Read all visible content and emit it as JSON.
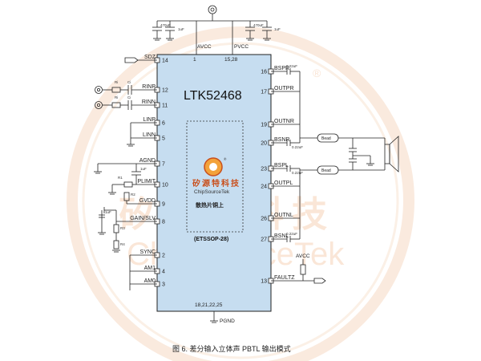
{
  "chip": {
    "name": "LTK52468",
    "package": "(ETSSOP-28)",
    "solder_note": "散热片铜上"
  },
  "brand": {
    "cn": "矽源特科技",
    "en": "ChipSourceTek",
    "registered": "®"
  },
  "watermark": {
    "cn": "矽源特科技",
    "en": "ChipSourceTek",
    "registered": "®"
  },
  "top_pins": {
    "avcc_label": "AVCC",
    "avcc_num": "1",
    "pvcc_label": "PVCC",
    "pvcc_num": "15,28"
  },
  "bottom_pins": {
    "num": "18,21,22,25",
    "label": "PGND"
  },
  "left_pins": [
    {
      "label": "SDZ",
      "num": "14"
    },
    {
      "label": "RINP",
      "num": "12"
    },
    {
      "label": "RINN",
      "num": "11"
    },
    {
      "label": "LINP",
      "num": "6"
    },
    {
      "label": "LINN",
      "num": "5"
    },
    {
      "label": "AGND",
      "num": "7"
    },
    {
      "label": "PLIMIT",
      "num": "10"
    },
    {
      "label": "GVDD",
      "num": "9"
    },
    {
      "label": "GAIN/SLV",
      "num": "8"
    },
    {
      "label": "SYNC",
      "num": "2"
    },
    {
      "label": "AM1",
      "num": "4"
    },
    {
      "label": "AM0",
      "num": "3"
    }
  ],
  "right_pins": [
    {
      "label": "BSPR",
      "num": "16"
    },
    {
      "label": "OUTPR",
      "num": "17"
    },
    {
      "label": "OUTNR",
      "num": "19"
    },
    {
      "label": "BSNR",
      "num": "20"
    },
    {
      "label": "BSPL",
      "num": "23"
    },
    {
      "label": "OUTPL",
      "num": "24"
    },
    {
      "label": "OUTNL",
      "num": "26"
    },
    {
      "label": "BSNL",
      "num": "27"
    },
    {
      "label": "FAULTZ",
      "num": "13"
    }
  ],
  "caps": {
    "c_470_a": "470uF",
    "c_1u_a": "1uF",
    "c_470_b": "470uF",
    "c_1u_b": "1uF",
    "c_bspr": "0.22uF",
    "c_bsnr": "0.22uF",
    "c_bspl": "0.22uF",
    "c_bsnl": "0.22uF",
    "c_plim": "1uF",
    "c_gain": "1uF"
  },
  "components": {
    "bead1": "Bead",
    "bead2": "Bead",
    "r_in1": "Ri",
    "c_in1": "Ci",
    "r_in2": "Ri",
    "c_in2": "Ci",
    "r_plim": "R1",
    "r_plim2": "R2",
    "r_gain1": "R3",
    "r_gain2": "R4",
    "avcc_pullup": "AVCC"
  },
  "caption": "图 6. 差分输入立体声 PBTL 输出模式",
  "colors": {
    "watermark": "#f4c9a8",
    "chip_fill": "#c6ddf0",
    "accent": "#e1811f"
  }
}
